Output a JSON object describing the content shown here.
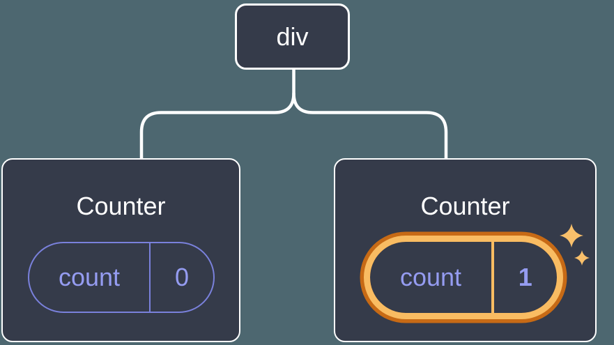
{
  "diagram": {
    "description": "Component tree: a div root with two Counter children; the second Counter's state is highlighted as updated",
    "root": {
      "label": "div"
    },
    "children": [
      {
        "title": "Counter",
        "state_key": "count",
        "state_value": "0",
        "highlighted": false
      },
      {
        "title": "Counter",
        "state_key": "count",
        "state_value": "1",
        "highlighted": true
      }
    ]
  },
  "colors": {
    "background": "#4D6770",
    "node_fill": "#353B4A",
    "node_border": "#FFFFFF",
    "connector": "#FFFFFF",
    "state_text_purple": "#959CF1",
    "state_border_purple": "#7A81DC",
    "highlight_ring_outer": "#C76A15",
    "highlight_ring_inner": "#F9BC62",
    "sparkle": "#F9C06B"
  }
}
